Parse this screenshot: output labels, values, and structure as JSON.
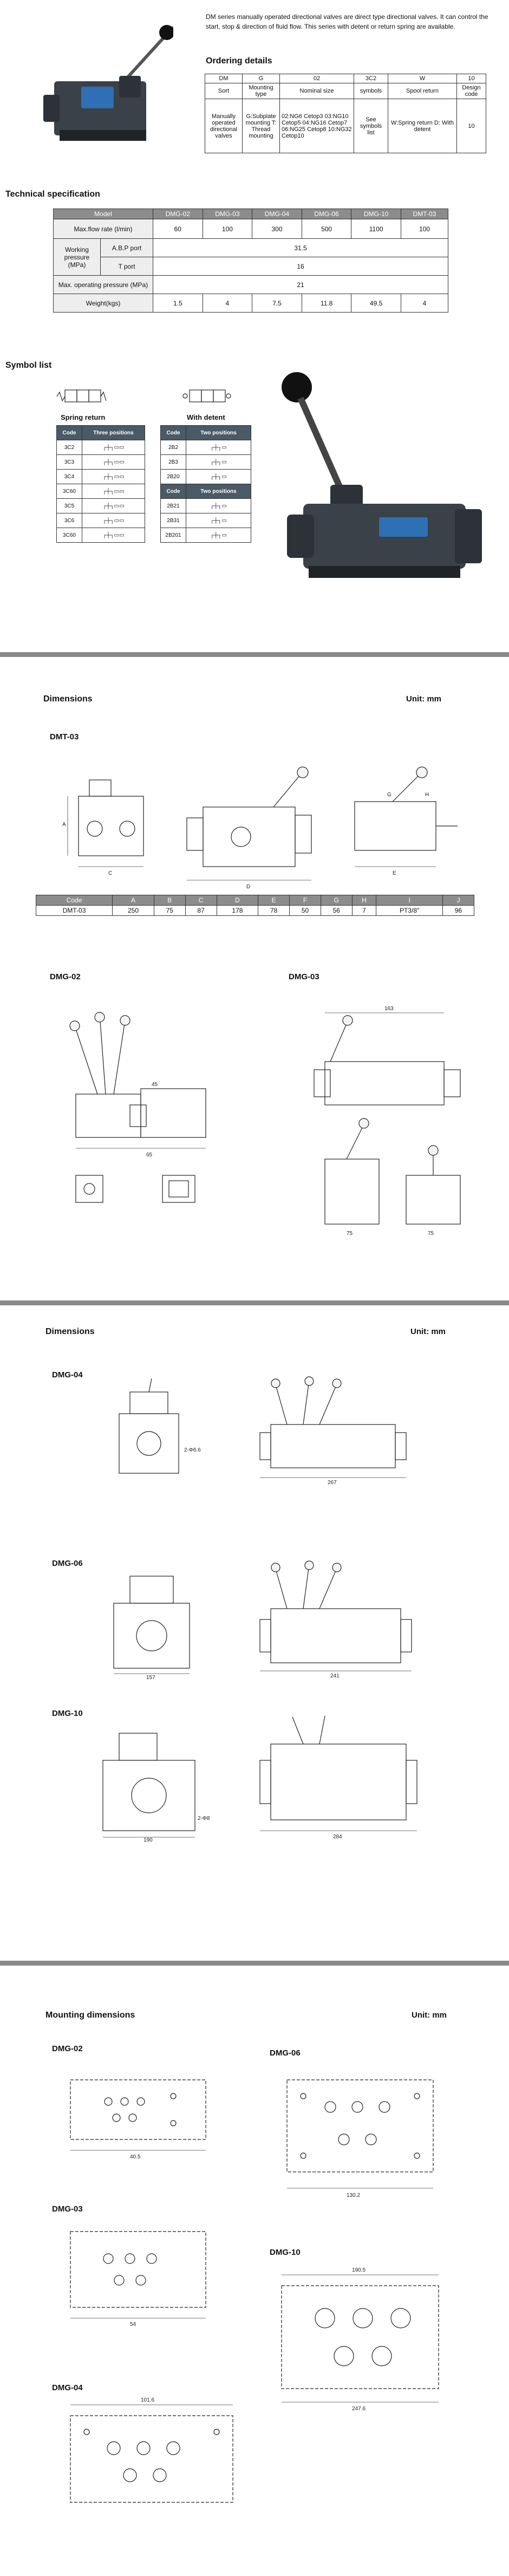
{
  "intro": {
    "text": "DM series manually operated directional valves are direct type directional valves. It can control the start, stop & direction of fluid flow. This series with detent or return spring are available."
  },
  "ordering": {
    "title": "Ordering details",
    "codes": [
      "DM",
      "G",
      "02",
      "3C2",
      "W",
      "10"
    ],
    "descriptions": [
      "Manually operated directional valves",
      "G:Subplate mounting T: Thread mounting",
      "02:NG6 Cetop3 03:NG10 Cetop5 04:NG16 Cetop7 06:NG25 Cetop8 10:NG32 Cetop10",
      "See symbols list",
      "W:Spring return D: With detent",
      "10"
    ],
    "sub_labels": [
      "Sort",
      "Mounting type",
      "Nominal size",
      "symbols",
      "Spool return",
      "Design code"
    ]
  },
  "tech": {
    "title": "Technical specification",
    "header": [
      "Model",
      "DMG-02",
      "DMG-03",
      "DMG-04",
      "DMG-06",
      "DMG-10",
      "DMT-03"
    ],
    "flow_label": "Max.flow rate (l/min)",
    "flow_values": [
      "60",
      "100",
      "300",
      "500",
      "1100",
      "100"
    ],
    "wp_label": "Working pressure (MPa)",
    "abp_label": "A.B.P port",
    "abp_value": "31.5",
    "tport_label": "T port",
    "tport_value": "16",
    "maxop_label": "Max. operating pressure (MPa)",
    "maxop_value": "21",
    "weight_label": "Weight(kgs)",
    "weight_values": [
      "1.5",
      "4",
      "7.5",
      "11.8",
      "49.5",
      "4"
    ]
  },
  "symbols": {
    "title": "Symbol list",
    "spring_title": "Spring return",
    "detent_title": "With detent",
    "col_code": "Code",
    "col_three": "Three positions",
    "col_two": "Two positions",
    "three_codes": [
      "3C2",
      "3C3",
      "3C4",
      "3C60",
      "3C5",
      "3C6",
      "3C60"
    ],
    "two_codes_top": [
      "2B2",
      "2B3",
      "2B20"
    ],
    "two_codes_bottom": [
      "2B21",
      "2B31",
      "2B201"
    ]
  },
  "dims1": {
    "title": "Dimensions",
    "unit": "Unit: mm",
    "model": "DMT-03",
    "table_header": [
      "Code",
      "A",
      "B",
      "C",
      "D",
      "E",
      "F",
      "G",
      "H",
      "I",
      "J"
    ],
    "table_row": [
      "DMT-03",
      "250",
      "75",
      "87",
      "178",
      "78",
      "50",
      "56",
      "7",
      "PT3/8\"",
      "96"
    ],
    "dmg02": "DMG-02",
    "dmg03": "DMG-03"
  },
  "dims2": {
    "title": "Dimensions",
    "unit": "Unit: mm",
    "dmg04": "DMG-04",
    "dmg06": "DMG-06",
    "dmg10": "DMG-10"
  },
  "mount": {
    "title": "Mounting dimensions",
    "unit": "Unit: mm",
    "dmg02": "DMG-02",
    "dmg06": "DMG-06",
    "dmg03": "DMG-03",
    "dmg10": "DMG-10",
    "dmg04": "DMG-04"
  },
  "colors": {
    "valve_body": "#3a4148",
    "valve_blue": "#2f6fb3",
    "separator": "#8a8a8a",
    "table_header": "#8c8c8c",
    "symbol_header": "#4a5a66"
  }
}
